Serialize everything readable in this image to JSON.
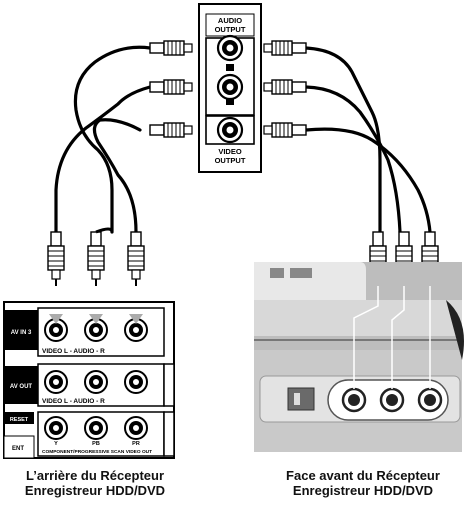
{
  "source_device": {
    "audio_label_line1": "AUDIO",
    "audio_label_line2": "OUTPUT",
    "video_label_line1": "VIDEO",
    "video_label_line2": "OUTPUT"
  },
  "rear_panel": {
    "row1_label": "AV IN 3",
    "row2_label": "AV OUT",
    "row3_label_a": "RESET",
    "row3_label_b": "ENT",
    "row1_caption": "VIDEO  L - AUDIO - R",
    "row2_caption": "VIDEO  L - AUDIO - R",
    "row3_caption": "COMPONENT/PROGRESSIVE SCAN VIDEO OUT",
    "row3_jacks": [
      "Y",
      "PB",
      "PR"
    ]
  },
  "captions": {
    "rear_line1": "L’arrière du Récepteur",
    "rear_line2": "Enregistreur HDD/DVD",
    "front_line1": "Face avant du Récepteur",
    "front_line2": "Enregistreur HDD/DVD"
  }
}
